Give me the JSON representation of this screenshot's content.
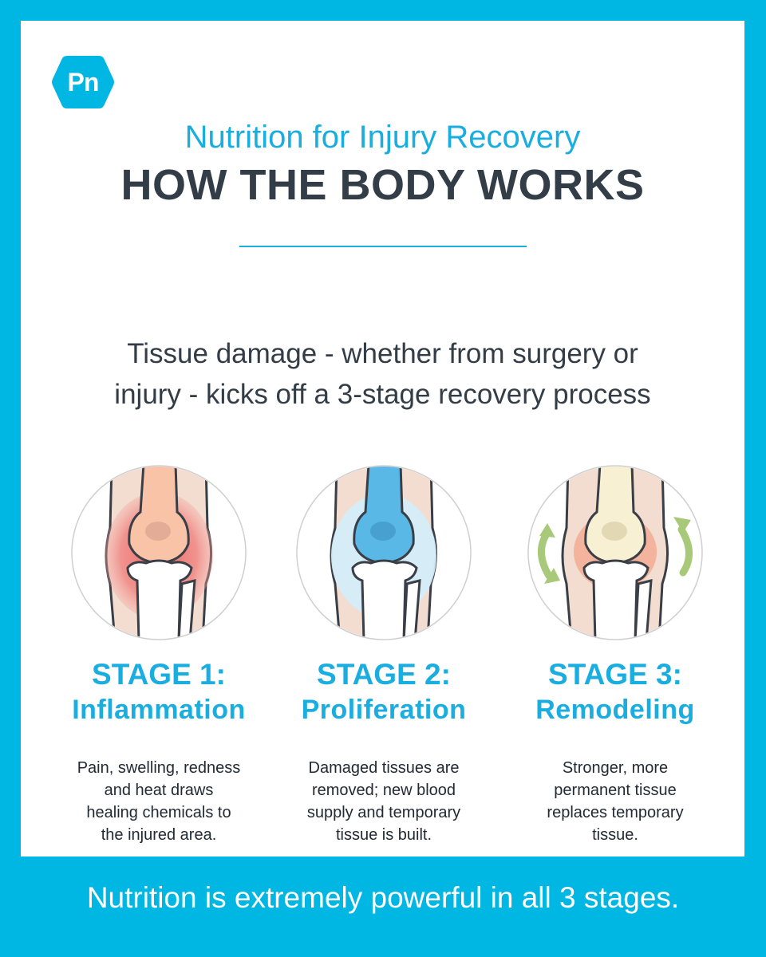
{
  "logo": {
    "text": "Pn",
    "icon": "hexagon-logo-icon"
  },
  "header": {
    "subtitle": "Nutrition for Injury Recovery",
    "title": "HOW THE BODY WORKS"
  },
  "intro": {
    "line1": "Tissue damage - whether from surgery or",
    "line2": "injury - kicks off a 3-stage recovery process"
  },
  "stages": [
    {
      "label": "STAGE 1:",
      "name": "Inflammation",
      "icon": "knee-inflammation-icon",
      "desc": [
        "Pain, swelling, redness",
        "and heat draws",
        "healing chemicals to",
        "the injured area."
      ]
    },
    {
      "label": "STAGE 2:",
      "name": "Proliferation",
      "icon": "knee-proliferation-icon",
      "desc": [
        "Damaged tissues are",
        "removed; new blood",
        "supply and temporary",
        "tissue is built."
      ]
    },
    {
      "label": "STAGE 3:",
      "name": "Remodeling",
      "icon": "knee-remodeling-icon",
      "desc": [
        "Stronger, more",
        "permanent tissue",
        "replaces temporary",
        "tissue."
      ]
    }
  ],
  "footer": {
    "text": "Nutrition is extremely powerful in all 3 stages."
  },
  "colors": {
    "brand_blue": "#00b6e3",
    "accent_blue": "#1aade0",
    "heading_dark": "#333d47",
    "inflammation_red": "#ee5a5c",
    "proliferation_blue": "#4fb3e3",
    "remodeling_green": "#a9c97a"
  }
}
